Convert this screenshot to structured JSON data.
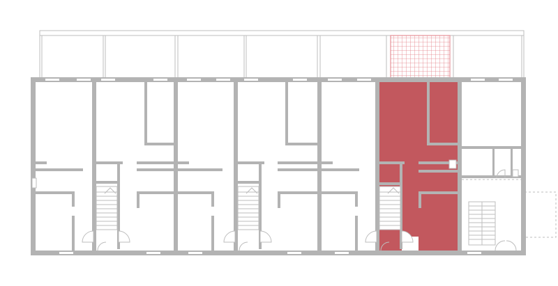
{
  "drawing": {
    "type": "floor-plan",
    "colors": {
      "background": "#ffffff",
      "wall": "#b3b3b3",
      "thin_line": "#bdbdbd",
      "highlight_fill": "#c2585e",
      "highlight_line": "#e27c84"
    },
    "units_count": 7,
    "highlighted_unit": 6,
    "highlighted_balcony": 6,
    "stairs_count": 4
  }
}
